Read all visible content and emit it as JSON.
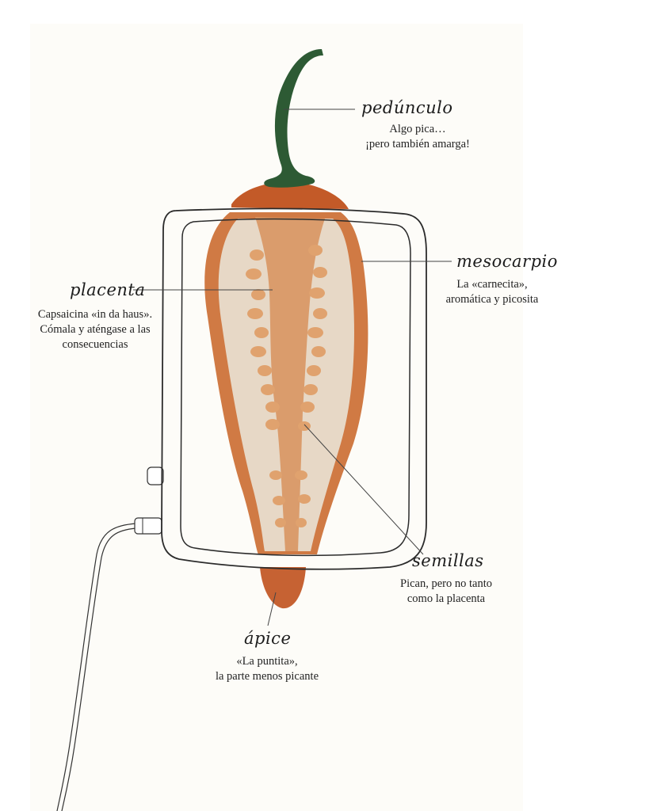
{
  "labels": {
    "pedunculo": {
      "title": "pedúnculo",
      "lines": [
        "Algo pica…",
        "¡pero también amarga!"
      ]
    },
    "mesocarpio": {
      "title": "mesocarpio",
      "lines": [
        "La «carnecita»,",
        "aromática y picosita"
      ]
    },
    "placenta": {
      "title": "placenta",
      "lines": [
        "Capsaicina «in da haus».",
        "Cómala y aténgase a las",
        "consecuencias"
      ]
    },
    "semillas": {
      "title": "semillas",
      "lines": [
        "Pican, pero no tanto",
        "como la placenta"
      ]
    },
    "apice": {
      "title": "ápice",
      "lines": [
        "«La puntita»,",
        "la parte menos picante"
      ]
    }
  },
  "colors": {
    "background": "#fdfcf8",
    "stem": "#2d5a34",
    "pepper_skin": "#c35a28",
    "flesh": "#e7d6c2",
    "placenta": "#d89662",
    "outline": "#2b2b2b",
    "leader": "#444444"
  },
  "icons": [
    "stem-illustration",
    "pepper-illustration",
    "scanner-frame",
    "cable",
    "side-button"
  ]
}
